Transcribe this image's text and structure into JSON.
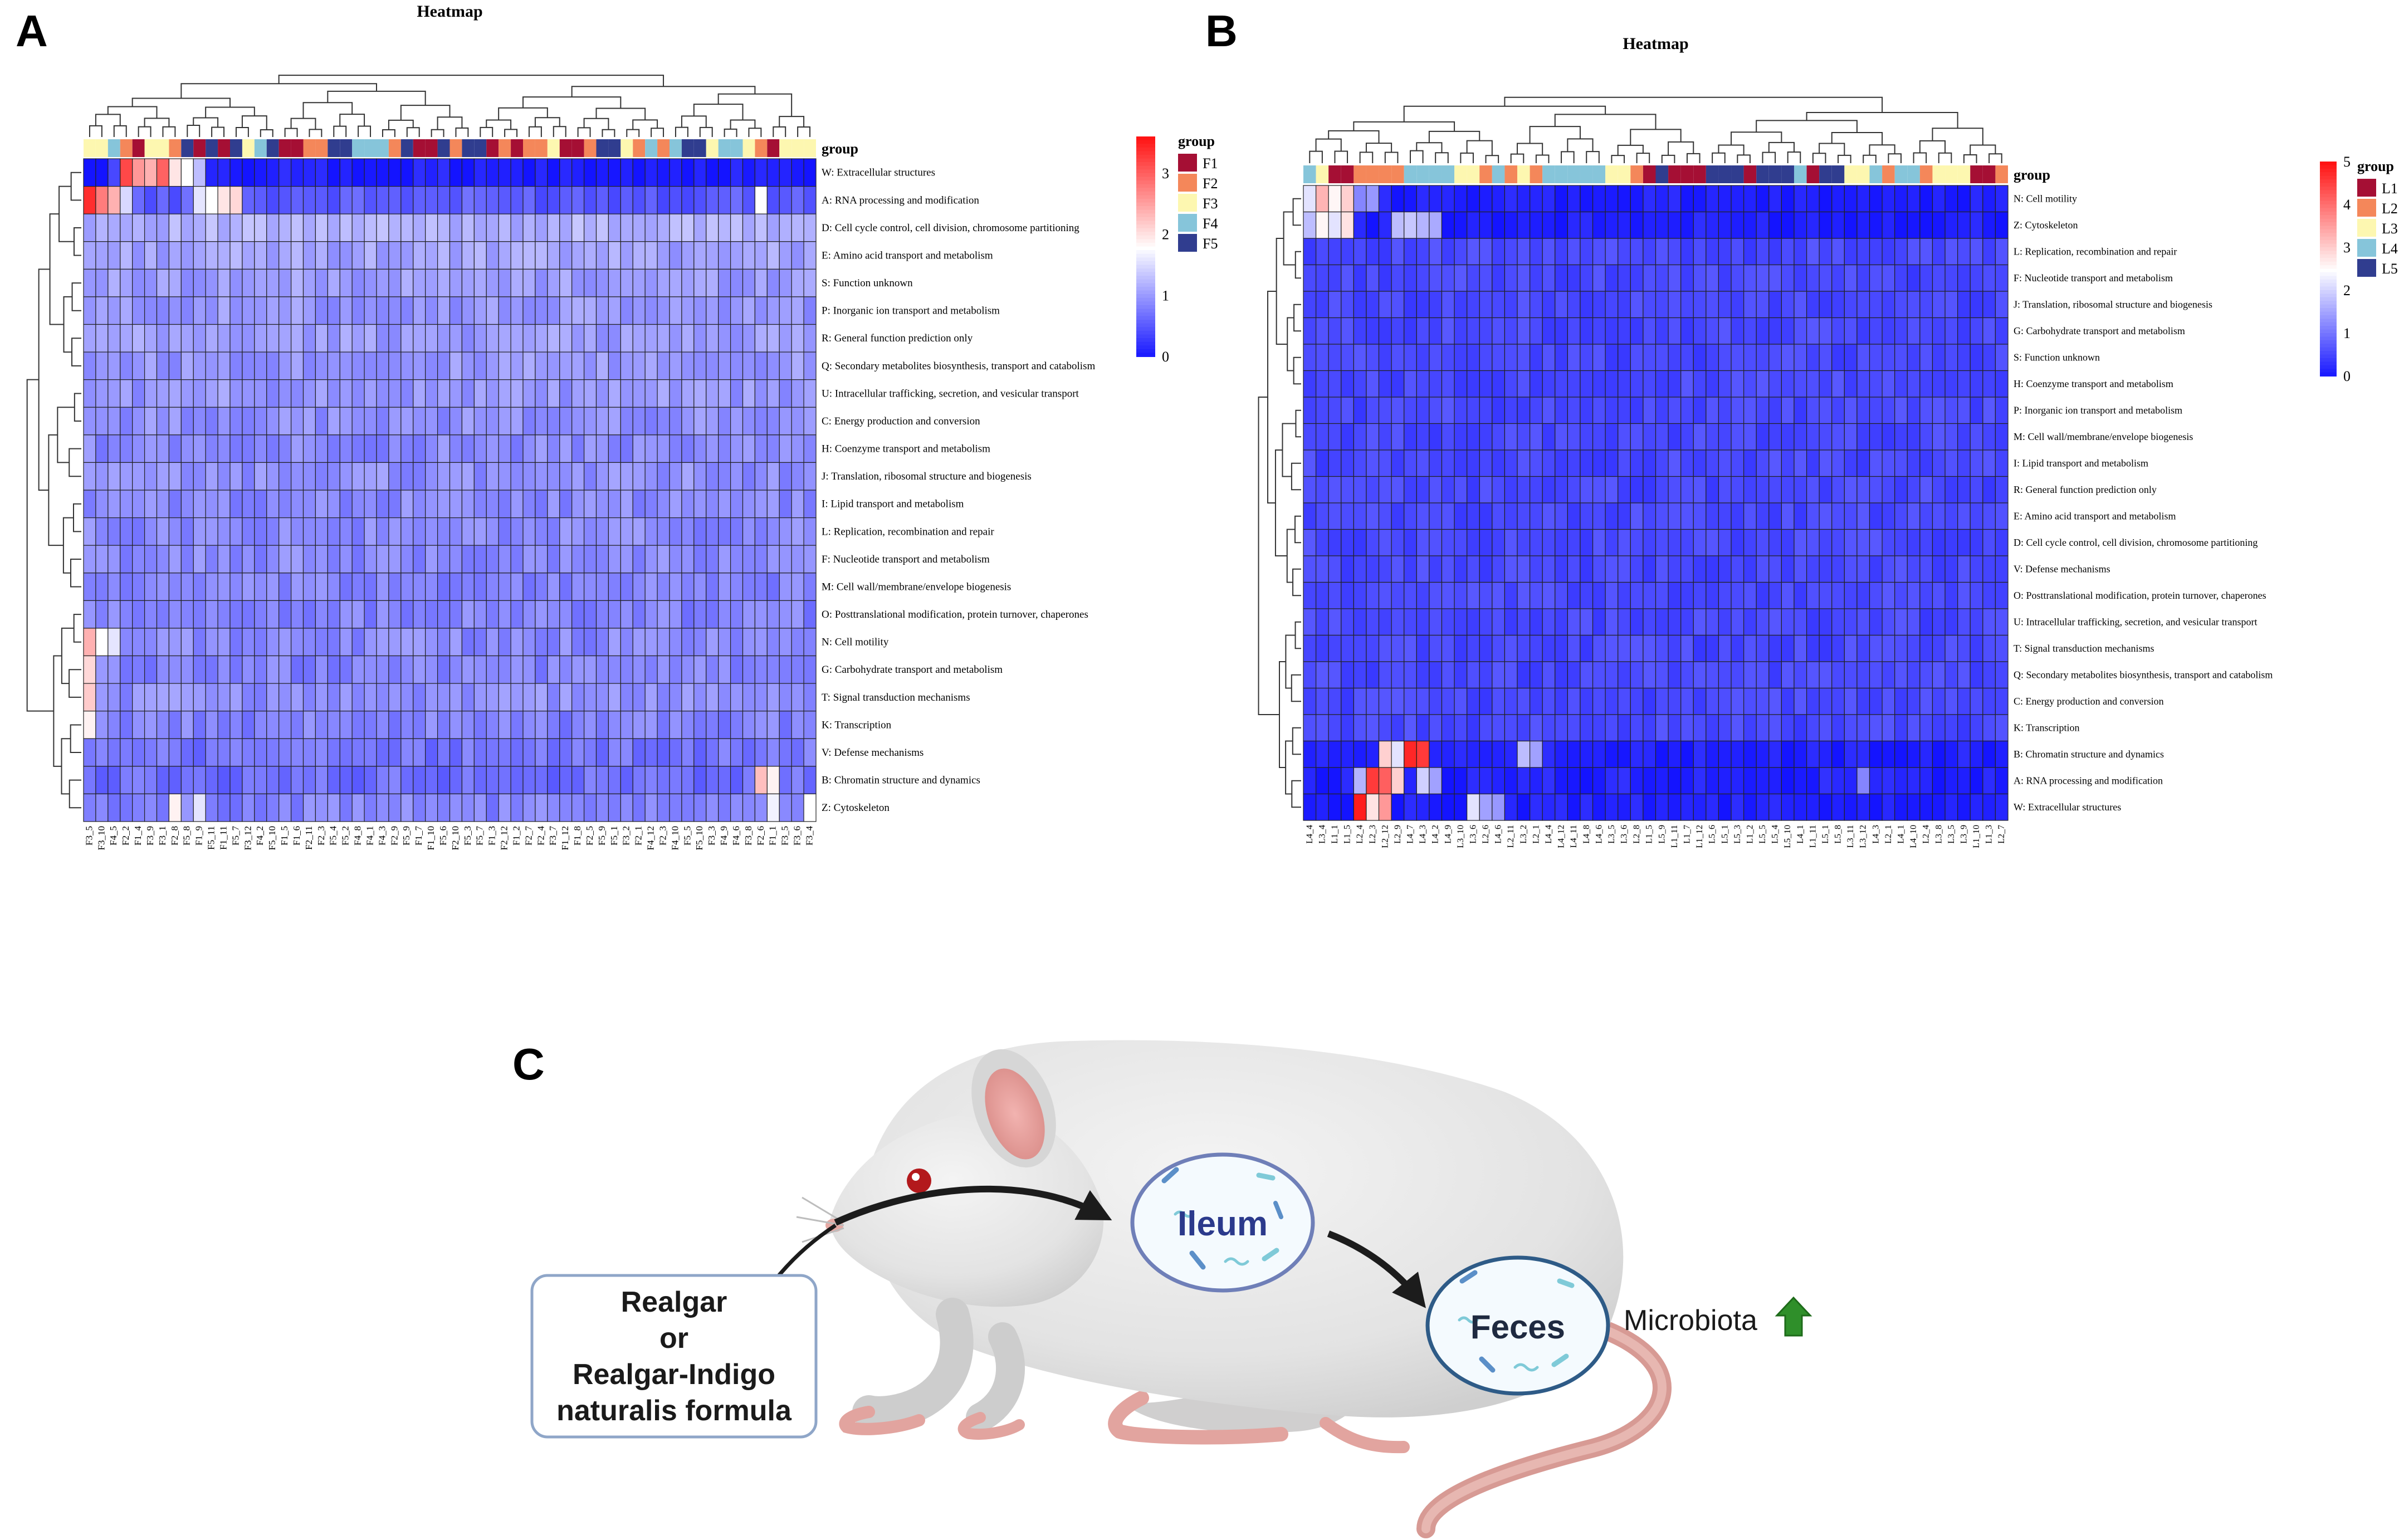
{
  "panels": {
    "a": "A",
    "b": "B",
    "c": "C"
  },
  "chart_data": [
    {
      "type": "heatmap",
      "title": "Heatmap",
      "legend_title": "group",
      "groups": [
        "F1",
        "F2",
        "F3",
        "F4",
        "F5"
      ],
      "group_colors": [
        "#a50f34",
        "#f4875a",
        "#fdf7b0",
        "#86c5da",
        "#303d8f"
      ],
      "colorbar_ticks": [
        0,
        1,
        2,
        3
      ],
      "colorbar_range": [
        0,
        3.6
      ],
      "rows": [
        "W: Extracellular structures",
        "A: RNA processing and modification",
        "D: Cell cycle control, cell division, chromosome partitioning",
        "E: Amino acid transport and metabolism",
        "S: Function unknown",
        "P: Inorganic ion transport and metabolism",
        "R: General function prediction only",
        "Q: Secondary metabolites biosynthesis, transport and catabolism",
        "U: Intracellular trafficking, secretion, and vesicular transport",
        "C: Energy production and conversion",
        "H: Coenzyme transport and metabolism",
        "J: Translation, ribosomal structure and biogenesis",
        "I: Lipid transport and metabolism",
        "L: Replication, recombination and repair",
        "F: Nucleotide transport and metabolism",
        "M: Cell wall/membrane/envelope biogenesis",
        "O: Posttranslational modification, protein turnover, chaperones",
        "N: Cell motility",
        "G: Carbohydrate transport and metabolism",
        "T: Signal transduction mechanisms",
        "K: Transcription",
        "V: Defense mechanisms",
        "B: Chromatin structure and dynamics",
        "Z: Cytoskeleton"
      ],
      "columns": [
        "F3_5",
        "F3_10",
        "F4_5",
        "F2_2",
        "F1_4",
        "F3_9",
        "F3_1",
        "F2_8",
        "F5_8",
        "F1_9",
        "F5_11",
        "F1_11",
        "F5_7",
        "F3_12",
        "F4_2",
        "F5_10",
        "F1_5",
        "F1_6",
        "F2_11",
        "F2_3",
        "F5_4",
        "F5_2",
        "F4_8",
        "F4_1",
        "F4_3",
        "F2_9",
        "F5_9",
        "F1_7",
        "F1_10",
        "F5_6",
        "F2_10",
        "F5_3",
        "F5_7",
        "F1_3",
        "F2_12",
        "F1_2",
        "F2_7",
        "F2_4",
        "F3_7",
        "F1_12",
        "F1_8",
        "F2_5",
        "F5_9",
        "F5_1",
        "F3_2",
        "F2_1",
        "F4_12",
        "F2_3",
        "F4_10",
        "F5_5",
        "F5_10",
        "F3_3",
        "F4_9",
        "F4_6",
        "F3_8",
        "F2_6",
        "F1_1",
        "F3_5",
        "F3_6",
        "F3_4"
      ],
      "column_groups": [
        "F3",
        "F3",
        "F4",
        "F2",
        "F1",
        "F3",
        "F3",
        "F2",
        "F5",
        "F1",
        "F5",
        "F1",
        "F5",
        "F3",
        "F4",
        "F5",
        "F1",
        "F1",
        "F2",
        "F2",
        "F5",
        "F5",
        "F4",
        "F4",
        "F4",
        "F2",
        "F5",
        "F1",
        "F1",
        "F5",
        "F2",
        "F5",
        "F5",
        "F1",
        "F2",
        "F1",
        "F2",
        "F2",
        "F3",
        "F1",
        "F1",
        "F2",
        "F5",
        "F5",
        "F3",
        "F2",
        "F4",
        "F2",
        "F4",
        "F5",
        "F5",
        "F3",
        "F4",
        "F4",
        "F3",
        "F2",
        "F1",
        "F3",
        "F3",
        "F3"
      ],
      "row_base": [
        0.05,
        0.55,
        1.2,
        1.1,
        1.05,
        1.0,
        1.05,
        1.0,
        1.0,
        0.95,
        0.9,
        0.95,
        0.9,
        0.9,
        0.9,
        0.85,
        0.85,
        0.9,
        0.85,
        0.95,
        0.85,
        0.75,
        0.7,
        0.85
      ],
      "hot_cells": [
        {
          "r": 0,
          "c": 2,
          "v": 0.4
        },
        {
          "r": 0,
          "c": 3,
          "v": 3.2
        },
        {
          "r": 0,
          "c": 4,
          "v": 2.6
        },
        {
          "r": 0,
          "c": 5,
          "v": 2.4
        },
        {
          "r": 0,
          "c": 6,
          "v": 3.0
        },
        {
          "r": 0,
          "c": 7,
          "v": 2.0
        },
        {
          "r": 0,
          "c": 8,
          "v": 1.8
        },
        {
          "r": 0,
          "c": 9,
          "v": 1.3
        },
        {
          "r": 1,
          "c": 0,
          "v": 3.4
        },
        {
          "r": 1,
          "c": 1,
          "v": 2.8
        },
        {
          "r": 1,
          "c": 2,
          "v": 2.4
        },
        {
          "r": 1,
          "c": 3,
          "v": 1.5
        },
        {
          "r": 1,
          "c": 9,
          "v": 1.6
        },
        {
          "r": 1,
          "c": 10,
          "v": 1.8
        },
        {
          "r": 1,
          "c": 11,
          "v": 2.0
        },
        {
          "r": 1,
          "c": 12,
          "v": 2.1
        },
        {
          "r": 1,
          "c": 55,
          "v": 1.8
        },
        {
          "r": 17,
          "c": 0,
          "v": 2.4
        },
        {
          "r": 17,
          "c": 1,
          "v": 1.8
        },
        {
          "r": 17,
          "c": 2,
          "v": 1.6
        },
        {
          "r": 18,
          "c": 0,
          "v": 2.1
        },
        {
          "r": 19,
          "c": 0,
          "v": 2.2
        },
        {
          "r": 20,
          "c": 0,
          "v": 1.9
        },
        {
          "r": 22,
          "c": 55,
          "v": 2.3
        },
        {
          "r": 22,
          "c": 56,
          "v": 1.9
        },
        {
          "r": 23,
          "c": 7,
          "v": 1.9
        },
        {
          "r": 23,
          "c": 9,
          "v": 1.6
        },
        {
          "r": 23,
          "c": 56,
          "v": 1.7
        },
        {
          "r": 23,
          "c": 59,
          "v": 1.8
        }
      ]
    },
    {
      "type": "heatmap",
      "title": "Heatmap",
      "legend_title": "group",
      "groups": [
        "L1",
        "L2",
        "L3",
        "L4",
        "L5"
      ],
      "group_colors": [
        "#a50f34",
        "#f4875a",
        "#fdf7b0",
        "#86c5da",
        "#303d8f"
      ],
      "colorbar_ticks": [
        0,
        1,
        2,
        3,
        4,
        5
      ],
      "colorbar_range": [
        0,
        5
      ],
      "rows": [
        "N: Cell motility",
        "Z: Cytoskeleton",
        "L: Replication, recombination and repair",
        "F: Nucleotide transport and metabolism",
        "J: Translation, ribosomal structure and biogenesis",
        "G: Carbohydrate transport and metabolism",
        "S: Function unknown",
        "H: Coenzyme transport and metabolism",
        "P: Inorganic ion transport and metabolism",
        "M: Cell wall/membrane/envelope biogenesis",
        "I: Lipid transport and metabolism",
        "R: General function prediction only",
        "E: Amino acid transport and metabolism",
        "D: Cell cycle control, cell division, chromosome partitioning",
        "V: Defense mechanisms",
        "O: Posttranslational modification, protein turnover, chaperones",
        "U: Intracellular trafficking, secretion, and vesicular transport",
        "T: Signal transduction mechanisms",
        "Q: Secondary metabolites biosynthesis, transport and catabolism",
        "C: Energy production and conversion",
        "K: Transcription",
        "B: Chromatin structure and dynamics",
        "A: RNA processing and modification",
        "W: Extracellular structures"
      ],
      "columns": [
        "L4_4",
        "L3_4",
        "L1_1",
        "L1_5",
        "L2_4",
        "L2_3",
        "L2_12",
        "L2_9",
        "L4_7",
        "L4_3",
        "L4_2",
        "L4_9",
        "L3_10",
        "L3_6",
        "L2_6",
        "L4_6",
        "L2_11",
        "L3_2",
        "L2_1",
        "L4_4",
        "L4_12",
        "L4_11",
        "L4_8",
        "L4_6",
        "L3_5",
        "L3_6",
        "L2_8",
        "L1_5",
        "L5_9",
        "L1_11",
        "L1_7",
        "L1_12",
        "L5_6",
        "L5_1",
        "L5_3",
        "L1_2",
        "L5_5",
        "L5_4",
        "L5_10",
        "L4_1",
        "L1_11",
        "L5_1",
        "L5_8",
        "L3_11",
        "L3_12",
        "L4_3",
        "L2_1",
        "L4_1",
        "L4_10",
        "L2_4",
        "L3_8",
        "L3_5",
        "L3_9",
        "L1_10",
        "L1_3",
        "L2_7"
      ],
      "column_groups": [
        "L4",
        "L3",
        "L1",
        "L1",
        "L2",
        "L2",
        "L2",
        "L2",
        "L4",
        "L4",
        "L4",
        "L4",
        "L3",
        "L3",
        "L2",
        "L4",
        "L2",
        "L3",
        "L2",
        "L4",
        "L4",
        "L4",
        "L4",
        "L4",
        "L3",
        "L3",
        "L2",
        "L1",
        "L5",
        "L1",
        "L1",
        "L1",
        "L5",
        "L5",
        "L5",
        "L1",
        "L5",
        "L5",
        "L5",
        "L4",
        "L1",
        "L5",
        "L5",
        "L3",
        "L3",
        "L4",
        "L2",
        "L4",
        "L4",
        "L2",
        "L3",
        "L3",
        "L3",
        "L1",
        "L1",
        "L2"
      ],
      "row_base": [
        0.1,
        0.12,
        0.55,
        0.55,
        0.55,
        0.55,
        0.55,
        0.55,
        0.55,
        0.55,
        0.55,
        0.55,
        0.55,
        0.55,
        0.55,
        0.55,
        0.55,
        0.55,
        0.55,
        0.55,
        0.55,
        0.12,
        0.15,
        0.1
      ],
      "hot_cells": [
        {
          "r": 0,
          "c": 0,
          "v": 2.2
        },
        {
          "r": 0,
          "c": 1,
          "v": 3.3
        },
        {
          "r": 0,
          "c": 2,
          "v": 2.6
        },
        {
          "r": 0,
          "c": 3,
          "v": 3.0
        },
        {
          "r": 0,
          "c": 4,
          "v": 1.2
        },
        {
          "r": 0,
          "c": 5,
          "v": 1.4
        },
        {
          "r": 1,
          "c": 0,
          "v": 1.8
        },
        {
          "r": 1,
          "c": 1,
          "v": 2.6
        },
        {
          "r": 1,
          "c": 2,
          "v": 2.2
        },
        {
          "r": 1,
          "c": 3,
          "v": 2.8
        },
        {
          "r": 1,
          "c": 7,
          "v": 1.8
        },
        {
          "r": 1,
          "c": 8,
          "v": 1.9
        },
        {
          "r": 1,
          "c": 9,
          "v": 1.7
        },
        {
          "r": 1,
          "c": 10,
          "v": 1.6
        },
        {
          "r": 21,
          "c": 6,
          "v": 3.0
        },
        {
          "r": 21,
          "c": 7,
          "v": 2.2
        },
        {
          "r": 21,
          "c": 8,
          "v": 4.8
        },
        {
          "r": 21,
          "c": 9,
          "v": 4.6
        },
        {
          "r": 21,
          "c": 17,
          "v": 1.8
        },
        {
          "r": 21,
          "c": 18,
          "v": 1.5
        },
        {
          "r": 22,
          "c": 4,
          "v": 1.7
        },
        {
          "r": 22,
          "c": 5,
          "v": 4.6
        },
        {
          "r": 22,
          "c": 6,
          "v": 4.2
        },
        {
          "r": 22,
          "c": 7,
          "v": 3.0
        },
        {
          "r": 22,
          "c": 9,
          "v": 2.0
        },
        {
          "r": 22,
          "c": 10,
          "v": 1.5
        },
        {
          "r": 22,
          "c": 44,
          "v": 1.2
        },
        {
          "r": 23,
          "c": 4,
          "v": 4.9
        },
        {
          "r": 23,
          "c": 5,
          "v": 2.8
        },
        {
          "r": 23,
          "c": 6,
          "v": 3.6
        },
        {
          "r": 23,
          "c": 13,
          "v": 2.2
        },
        {
          "r": 23,
          "c": 14,
          "v": 1.5
        },
        {
          "r": 23,
          "c": 15,
          "v": 1.4
        }
      ]
    }
  ],
  "diagram": {
    "node_ileum": "Ileum",
    "node_feces": "Feces",
    "microbiota": "Microbiota",
    "treatment_lines": [
      "Realgar",
      "or",
      "Realgar-Indigo",
      "naturalis formula"
    ]
  }
}
